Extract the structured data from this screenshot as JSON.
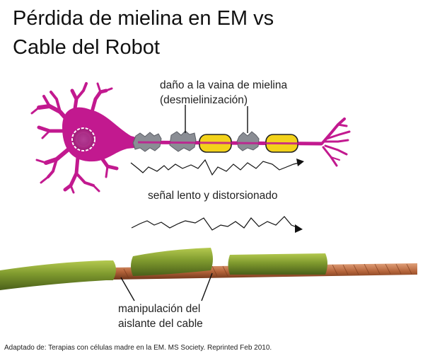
{
  "title_line1": "Pérdida de mielina en EM vs",
  "title_line2": "Cable del Robot",
  "damage_label_line1": "daño a la vaina de mielina",
  "damage_label_line2": "(desmielinización)",
  "signal_label": "señal lento y distorsionado",
  "cable_label_line1": "manipulación del",
  "cable_label_line2": "aislante del cable",
  "credit": "Adaptado de: Terapias con células madre en la EM. MS Society. Reprinted Feb 2010.",
  "colors": {
    "neuron": "#c2198f",
    "myelin_intact": "#f3d21a",
    "myelin_damaged": "#8a8d94",
    "cable_insulation": "#7f9a2e",
    "copper": "#b5643a"
  }
}
